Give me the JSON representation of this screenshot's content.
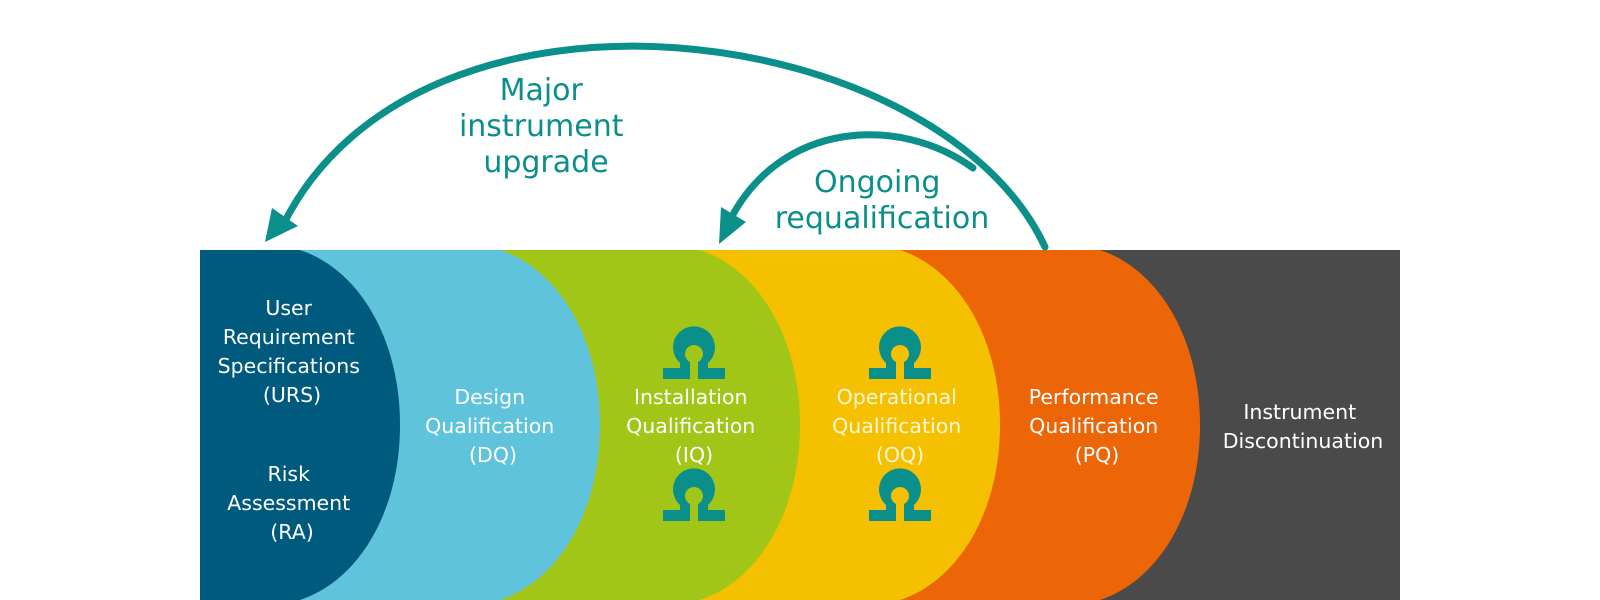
{
  "arrows": {
    "major": {
      "lines": [
        "Major",
        "instrument",
        "upgrade"
      ]
    },
    "ongoing": {
      "lines": [
        "Ongoing",
        "requalification"
      ]
    }
  },
  "stages": [
    {
      "id": "urs",
      "color": "#005a7d",
      "label_lines": [
        "User",
        "Requirement",
        "Specifications",
        "(URS)"
      ]
    },
    {
      "id": "ra",
      "color": "#005a7d",
      "label_lines": [
        "Risk",
        "Assessment",
        "(RA)"
      ]
    },
    {
      "id": "dq",
      "color": "#5fc3dc",
      "label_lines": [
        "Design",
        "Qualification",
        "(DQ)"
      ]
    },
    {
      "id": "iq",
      "color": "#a2c617",
      "label_lines": [
        "Installation",
        "Qualification",
        "(IQ)"
      ]
    },
    {
      "id": "oq",
      "color": "#f4c000",
      "label_lines": [
        "Operational",
        "Qualification",
        "(OQ)"
      ]
    },
    {
      "id": "pq",
      "color": "#ec6608",
      "label_lines": [
        "Performance",
        "Qualification",
        "(PQ)"
      ]
    },
    {
      "id": "disc",
      "color": "#4a4a4a",
      "label_lines": [
        "Instrument",
        "Discontinuation"
      ]
    }
  ],
  "colors": {
    "accent": "#0a8f8a",
    "icon": "#0a8f8a"
  },
  "icons": [
    "omega-icon",
    "omega-icon",
    "omega-icon",
    "omega-icon"
  ]
}
